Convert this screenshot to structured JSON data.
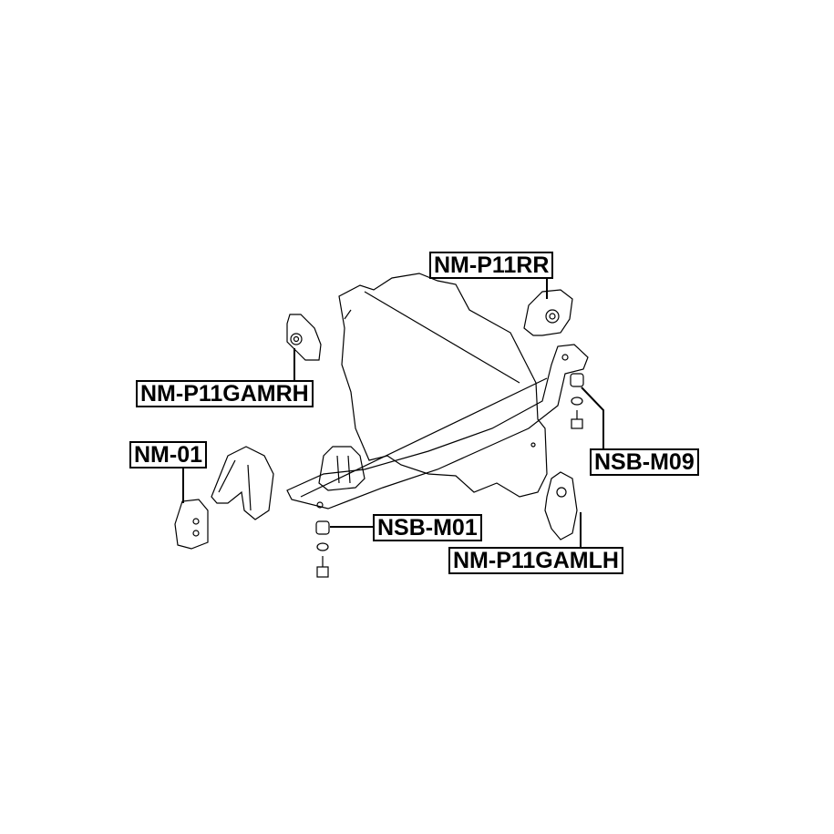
{
  "parts": {
    "nm_p11rr": "NM-P11RR",
    "nm_p11gamrh": "NM-P11GAMRH",
    "nm_01": "NM-01",
    "nsb_m09": "NSB-M09",
    "nsb_m01": "NSB-M01",
    "nm_p11gamlh": "NM-P11GAMLH"
  }
}
